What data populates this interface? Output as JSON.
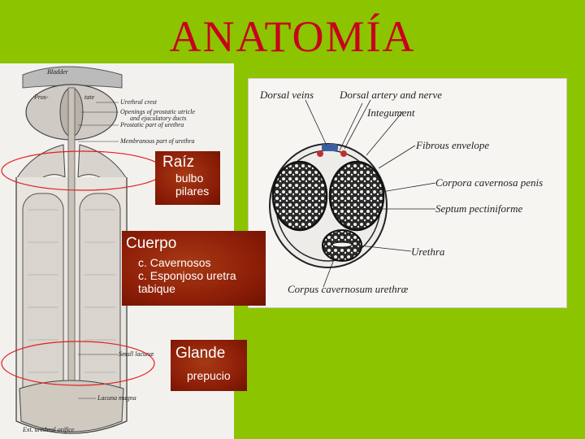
{
  "title": "ANATOMÍA",
  "longitudinal": {
    "bladder": "Bladder",
    "prostate_left": "Pros-",
    "prostate_right": "tate",
    "urethral_crest": "Urethral crest",
    "openings_1": "Openings of prostatic utricle",
    "openings_2": "and ejaculatory ducts",
    "prostatic_part": "Prostatic part of urethra",
    "membranous_part": "Membranous part of urethra",
    "small_lacunae": "Small lacunæ",
    "lacuna_magna": "Lacuna magna",
    "ext_orifice": "Ext. urethral orifice"
  },
  "cross_section": {
    "dorsal_veins": "Dorsal veins",
    "dorsal_artery": "Dorsal artery and nerve",
    "integument": "Integument",
    "fibrous_envelope": "Fibrous envelope",
    "corpora_cavernosa": "Corpora cavernosa penis",
    "septum": "Septum pectiniforme",
    "urethra": "Urethra",
    "corpus_urethrae": "Corpus cavernosum urethræ"
  },
  "boxes": {
    "raiz": {
      "head": "Raíz",
      "items": [
        "bulbo",
        "pilares"
      ]
    },
    "cuerpo": {
      "head": "Cuerpo",
      "items": [
        "c. Cavernosos",
        "c. Esponjoso uretra",
        "tabique"
      ]
    },
    "glande": {
      "head": "Glande",
      "items": [
        "prepucio"
      ]
    }
  },
  "colors": {
    "background": "#8cc400",
    "title": "#c8001e",
    "box": "#8e1f08",
    "highlight_ellipse": "#e02020"
  }
}
